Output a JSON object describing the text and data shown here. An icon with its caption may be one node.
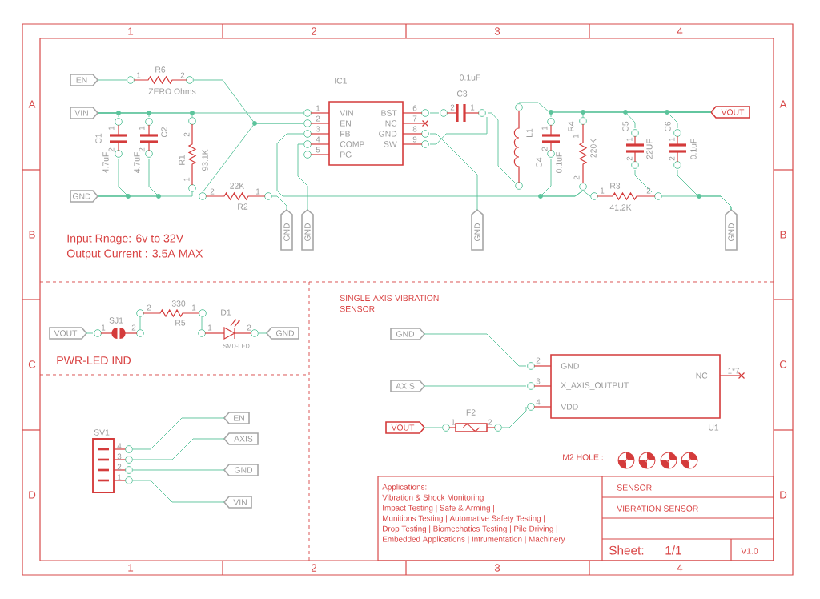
{
  "diagram": {
    "nodes": [
      {
        "text": [
          "EN"
        ]
      },
      {
        "text": [
          "R6",
          "1",
          "2",
          "ZERO Ohms"
        ]
      },
      {
        "text": [
          "VIN"
        ]
      },
      {
        "text": [
          "1",
          "C1",
          "2",
          "4.7uF"
        ]
      },
      {
        "text": [
          "1",
          "C2",
          "2",
          "4.7uF"
        ]
      },
      {
        "text": [
          "2",
          "R1",
          "93.1K",
          "1"
        ]
      },
      {
        "text": [
          "GND"
        ]
      },
      {
        "text": [
          "22K",
          "2",
          "1",
          "R2"
        ]
      },
      {
        "text": [
          "GND"
        ]
      },
      {
        "text": [
          "GND"
        ]
      },
      {
        "text": [
          "IC1",
          "1",
          "6",
          "VIN",
          "BST",
          "2",
          "7",
          "EN",
          "NC",
          "3",
          "8",
          "FB",
          "GND",
          "4",
          "9",
          "COMP",
          "SW",
          "5",
          "PG"
        ]
      },
      {
        "text": [
          "GND"
        ]
      },
      {
        "text": [
          "0.1uF",
          "C3",
          "2",
          "1"
        ]
      },
      {
        "text": [
          "L1"
        ]
      },
      {
        "text": [
          "1",
          "2",
          "C4",
          "0.1uF"
        ]
      },
      {
        "text": [
          "R4",
          "1",
          "220K",
          "2"
        ]
      },
      {
        "text": [
          "R3",
          "1",
          "2",
          "41.2K"
        ]
      },
      {
        "text": [
          "C5",
          "1",
          "22UF",
          "2"
        ]
      },
      {
        "text": [
          "C6",
          "1",
          "0.1uF",
          "2"
        ]
      },
      {
        "text": [
          "VOUT"
        ]
      },
      {
        "text": [
          "GND"
        ]
      },
      {
        "text": [
          "VOUT"
        ]
      },
      {
        "text": [
          "SJ1",
          "1",
          "2"
        ]
      },
      {
        "text": [
          "330",
          "2",
          "1",
          "R5"
        ]
      },
      {
        "text": [
          "D1",
          "1",
          "2",
          "SMD-LED"
        ]
      },
      {
        "text": [
          "GND"
        ]
      },
      {
        "text": [
          "SV1",
          "4",
          "3",
          "2",
          "1"
        ]
      },
      {
        "text": [
          "EN"
        ]
      },
      {
        "text": [
          "AXIS"
        ]
      },
      {
        "text": [
          "GND"
        ]
      },
      {
        "text": [
          "VIN"
        ]
      },
      {
        "text": [
          "GND"
        ]
      },
      {
        "text": [
          "AXIS"
        ]
      },
      {
        "text": [
          "VOUT"
        ]
      },
      {
        "text": [
          "F2",
          "1",
          "2"
        ]
      },
      {
        "text": [
          "2",
          "GND",
          "1*7",
          "NC",
          "3",
          "X_AXIS_OUTPUT",
          "4",
          "VDD",
          "U1"
        ]
      }
    ],
    "edges": [
      {
        "from": 0,
        "to": 1,
        "arrow": "none"
      },
      {
        "from": 1,
        "to": 10,
        "arrow": "none"
      },
      {
        "from": 7,
        "to": 10,
        "arrow": "none"
      },
      {
        "from": 2,
        "to": 3,
        "arrow": "none"
      },
      {
        "from": 2,
        "to": 4,
        "arrow": "none"
      },
      {
        "from": 2,
        "to": 5,
        "arrow": "none"
      },
      {
        "from": 2,
        "to": 10,
        "arrow": "none"
      },
      {
        "from": 6,
        "to": 3,
        "arrow": "none"
      },
      {
        "from": 6,
        "to": 4,
        "arrow": "none"
      },
      {
        "from": 6,
        "to": 5,
        "arrow": "none"
      },
      {
        "from": 7,
        "to": 8,
        "arrow": "none"
      },
      {
        "from": 10,
        "to": 9,
        "arrow": "none"
      },
      {
        "from": 10,
        "to": 15,
        "arrow": "none"
      },
      {
        "from": 10,
        "to": 11,
        "arrow": "none"
      },
      {
        "from": 10,
        "to": 12,
        "arrow": "none"
      },
      {
        "from": 10,
        "to": 12,
        "arrow": "none"
      },
      {
        "from": 12,
        "to": 13,
        "arrow": "none"
      },
      {
        "from": 13,
        "to": 19,
        "arrow": "none"
      },
      {
        "from": 14,
        "to": 19,
        "arrow": "none"
      },
      {
        "from": 15,
        "to": 19,
        "arrow": "none"
      },
      {
        "from": 17,
        "to": 19,
        "arrow": "none"
      },
      {
        "from": 18,
        "to": 19,
        "arrow": "none"
      },
      {
        "from": 14,
        "to": 15,
        "arrow": "none"
      },
      {
        "from": 15,
        "to": 16,
        "arrow": "none"
      },
      {
        "from": 16,
        "to": 20,
        "arrow": "none"
      },
      {
        "from": 17,
        "to": 16,
        "arrow": "none"
      },
      {
        "from": 18,
        "to": 20,
        "arrow": "none"
      },
      {
        "from": 21,
        "to": 22,
        "arrow": "none"
      },
      {
        "from": 22,
        "to": 23,
        "arrow": "none"
      },
      {
        "from": 23,
        "to": 24,
        "arrow": "none"
      },
      {
        "from": 24,
        "to": 25,
        "arrow": "none"
      },
      {
        "from": 26,
        "to": 27,
        "arrow": "none"
      },
      {
        "from": 26,
        "to": 28,
        "arrow": "none"
      },
      {
        "from": 26,
        "to": 29,
        "arrow": "none"
      },
      {
        "from": 26,
        "to": 30,
        "arrow": "none"
      },
      {
        "from": 31,
        "to": 35,
        "arrow": "none"
      },
      {
        "from": 32,
        "to": 35,
        "arrow": "none"
      },
      {
        "from": 33,
        "to": 34,
        "arrow": "none"
      },
      {
        "from": 34,
        "to": 35,
        "arrow": "none"
      }
    ],
    "labels": [
      "1",
      "2",
      "3",
      "4",
      "A",
      "A",
      "B",
      "B",
      "Input Rnage: 6v to 32V",
      "Output Current : 3.5A MAX",
      "SINGLE AXIS VIBRATION SENSOR",
      "PWR-LED IND",
      "C",
      "C",
      "M2 HOLE :",
      "Applications:",
      "SENSOR",
      "D",
      "D",
      "Vibration & Shock Monitoring",
      "Impact Testing | Safe & Arming |",
      "VIBRATION SENSOR",
      "Munitions Testing | Automative Safety Testing |",
      "Drop Testing | Biomechatics Testing | Pile Driving |",
      "Embedded Applications | Intrumentation | Machinery",
      "Sheet:",
      "1/1",
      "V1.0",
      "1",
      "2",
      "3",
      "4"
    ]
  }
}
